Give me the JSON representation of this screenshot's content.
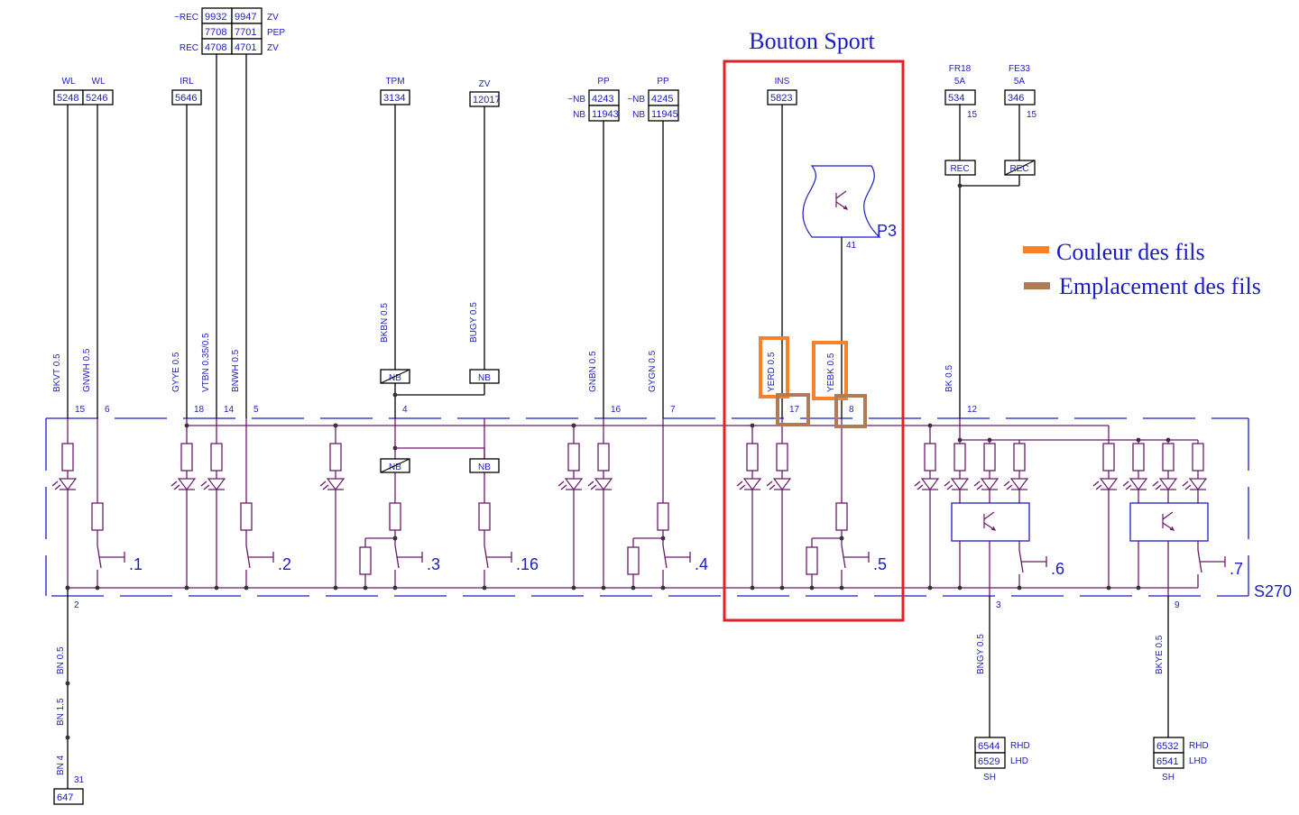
{
  "title": {
    "text": "Bouton Sport",
    "color": "#e3202a"
  },
  "legend": [
    {
      "label": "Couleur des fils",
      "color": "#f7822a"
    },
    {
      "label": "Emplacement des fils",
      "color": "#b07b57"
    }
  ],
  "connector": {
    "name": "S270"
  },
  "colors": {
    "wire": "#000000",
    "internal": "#6b1a6b",
    "text": "#1c1cc4",
    "connector_border": "#1c1cc4"
  },
  "top": {
    "wl1": {
      "label": "WL",
      "id": "5248"
    },
    "wl2": {
      "label": "WL",
      "id": "5246"
    },
    "irl": {
      "label": "IRL",
      "id": "5646"
    },
    "block": {
      "rows": [
        {
          "left": "~REC",
          "a": "9932",
          "b": "9947",
          "right": "ZV"
        },
        {
          "left": "",
          "a": "7708",
          "b": "7701",
          "right": "PEP"
        },
        {
          "left": "REC",
          "a": "4708",
          "b": "4701",
          "right": "ZV"
        }
      ]
    },
    "tpm": {
      "label": "TPM",
      "id": "3134"
    },
    "zv": {
      "label": "ZV",
      "id": "12017"
    },
    "pp1": {
      "label": "PP",
      "rows": [
        {
          "left": "~NB",
          "id": "4243"
        },
        {
          "left": "NB",
          "id": "11943"
        }
      ]
    },
    "pp2": {
      "label": "PP",
      "rows": [
        {
          "left": "~NB",
          "id": "4245"
        },
        {
          "left": "NB",
          "id": "11945"
        }
      ]
    },
    "ins": {
      "label": "INS",
      "id": "5823"
    },
    "fr18": {
      "label": "FR18",
      "rating": "5A",
      "id": "534",
      "pin": "15"
    },
    "fe33": {
      "label": "FE33",
      "rating": "5A",
      "id": "346",
      "pin": "15"
    },
    "rec1": {
      "label": "REC",
      "crossed": false
    },
    "rec2": {
      "label": "REC",
      "crossed": true
    }
  },
  "p3": {
    "label": "P3",
    "pin": "41"
  },
  "nb_boxes": [
    {
      "label": "NB",
      "crossed": true
    },
    {
      "label": "NB",
      "crossed": false
    },
    {
      "label": "NB",
      "crossed": true
    },
    {
      "label": "NB",
      "crossed": false
    }
  ],
  "columns": [
    {
      "wire": "BKVT 0.5",
      "pin": "15",
      "type": "led"
    },
    {
      "wire": "GNWH 0.5",
      "pin": "6",
      "type": "switch",
      "switch": ".1"
    },
    {
      "wire": "GYYE 0.5",
      "pin": "18",
      "type": "led"
    },
    {
      "wire": "VTBN 0.35/0.5",
      "pin": "14",
      "type": "led"
    },
    {
      "wire": "BNWH 0.5",
      "pin": "5",
      "type": "switch",
      "switch": ".2"
    },
    {
      "type": "led"
    },
    {
      "wire": "BKBN 0.5",
      "pin": "4",
      "type": "switch_r",
      "switch": ".3"
    },
    {
      "wire": "BUGY 0.5",
      "type": "switch",
      "switch": ".16"
    },
    {
      "type": "led"
    },
    {
      "wire": "GNBN 0.5",
      "pin": "16",
      "type": "led"
    },
    {
      "wire": "GYGN 0.5",
      "pin": "7",
      "type": "switch_r",
      "switch": ".4"
    },
    {
      "type": "led"
    },
    {
      "wire": "YERD 0.5",
      "pin": "17",
      "type": "led",
      "highlight": true
    },
    {
      "wire": "YEBK 0.5",
      "pin": "8",
      "type": "switch_r",
      "switch": ".5",
      "highlight": true
    },
    {
      "type": "led"
    },
    {
      "wire": "BK 0.5",
      "pin": "12",
      "type": "led_box"
    },
    {
      "type": "led_box"
    },
    {
      "type": "led_box"
    },
    {
      "type": "led"
    },
    {
      "type": "led_box"
    },
    {
      "type": "led_box"
    },
    {
      "type": "led_box"
    }
  ],
  "modules": [
    {
      "switch": ".6"
    },
    {
      "switch": ".7"
    }
  ],
  "outputs": [
    {
      "pin": "3",
      "wire": "BNGY 0.5",
      "rows": [
        {
          "id": "6544",
          "right": "RHD"
        },
        {
          "id": "6529",
          "right": "LHD"
        }
      ],
      "below": "SH"
    },
    {
      "pin": "9",
      "wire": "BKYE 0.5",
      "rows": [
        {
          "id": "6532",
          "right": "RHD"
        },
        {
          "id": "6541",
          "right": "LHD"
        }
      ],
      "below": "SH"
    }
  ],
  "ground": {
    "pin": "2",
    "wires": [
      "BN 0.5",
      "BN 1.5",
      "BN 4"
    ],
    "end_pin": "31",
    "id": "647"
  }
}
